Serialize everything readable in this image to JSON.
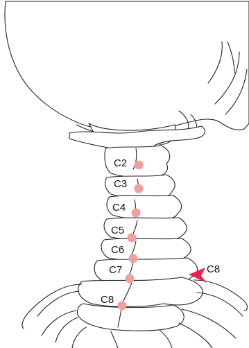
{
  "labels": {
    "c2": "C2",
    "c3": "C3",
    "c4": "C4",
    "c5": "C5",
    "c6": "C6",
    "c7": "C7",
    "c8": "C8",
    "c8_arrow": "C8"
  },
  "colors": {
    "dot": "#f4a09a",
    "arrow": "#e8204f",
    "outline": "#222222",
    "background": "#ffffff"
  }
}
